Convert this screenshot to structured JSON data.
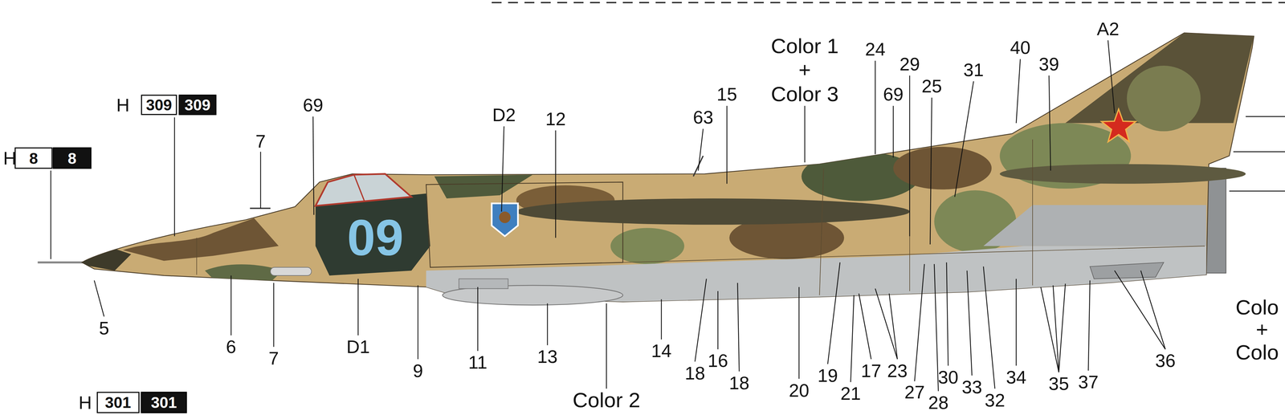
{
  "diagram": {
    "nodes": [
      {
        "text": [
          "309"
        ]
      },
      {
        "text": [
          "309"
        ]
      },
      {
        "text": [
          "8"
        ]
      },
      {
        "text": [
          "8"
        ]
      },
      {
        "text": [
          "301"
        ]
      },
      {
        "text": [
          "301"
        ]
      }
    ],
    "labels": [
      "H",
      "H",
      "69",
      "7",
      "D2",
      "12",
      "63",
      "15",
      "Color 1",
      "+",
      "Color 3",
      "24",
      "69",
      "29",
      "25",
      "31",
      "40",
      "39",
      "A2",
      "09",
      "5",
      "6",
      "7",
      "D1",
      "9",
      "11",
      "13",
      "14",
      "Color 2",
      "18",
      "16",
      "18",
      "20",
      "19",
      "21",
      "17",
      "23",
      "27",
      "28",
      "30",
      "33",
      "32",
      "34",
      "35",
      "37",
      "36",
      "Colo",
      "+",
      "Colo",
      "H"
    ]
  }
}
